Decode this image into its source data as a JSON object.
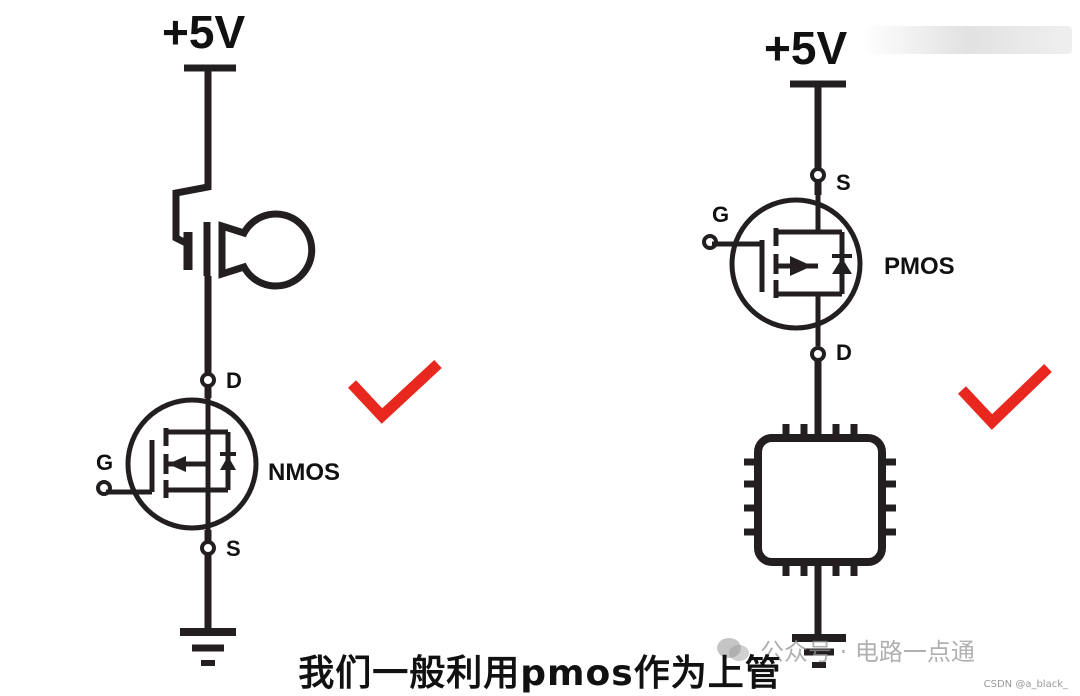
{
  "left_circuit": {
    "supply_label": "+5V",
    "drain_label": "D",
    "gate_label": "G",
    "source_label": "S",
    "transistor_label": "NMOS"
  },
  "right_circuit": {
    "supply_label": "+5V",
    "source_label": "S",
    "gate_label": "G",
    "drain_label": "D",
    "transistor_label": "PMOS"
  },
  "check_color": "#e8281e",
  "subtitle": "我们一般利用pmos作为上管",
  "watermark": "公众号 · 电路一点通",
  "csdn_credit": "CSDN @a_black_"
}
